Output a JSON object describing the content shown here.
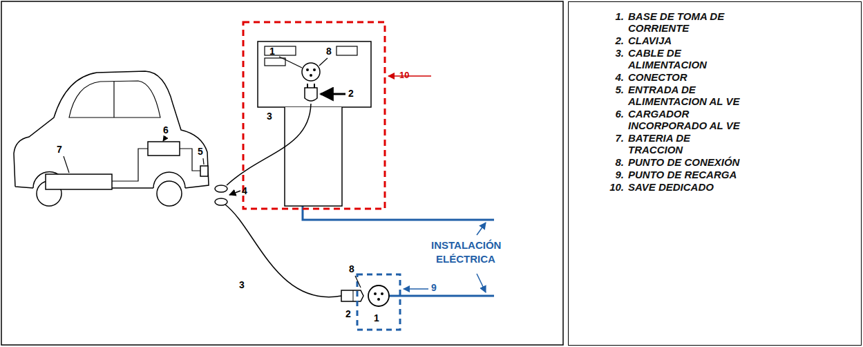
{
  "diagram": {
    "nodes": [
      {
        "text": [
          "1.",
          "BASE DE TOMA DE CORRIENTE",
          "2.",
          "CLAVIJA",
          "3.",
          "CABLE DE ALIMENTACION",
          "4.",
          "CONECTOR",
          "5.",
          "ENTRADA DE ALIMENTACION AL VE",
          "6.",
          "CARGADOR INCORPORADO AL VE",
          "7.",
          "BATERIA DE TRACCION",
          "8.",
          "PUNTO DE CONEXIÓN",
          "9.",
          "PUNTO DE RECARGA",
          "10.",
          "SAVE DEDICADO"
        ]
      }
    ],
    "edges": [],
    "labels": [
      "10",
      "1",
      "8",
      "2",
      "3",
      "7",
      "6",
      "5",
      "4",
      "3",
      "8",
      "2",
      "1",
      "9",
      "INSTALACIÓN ELÉCTRICA"
    ]
  }
}
